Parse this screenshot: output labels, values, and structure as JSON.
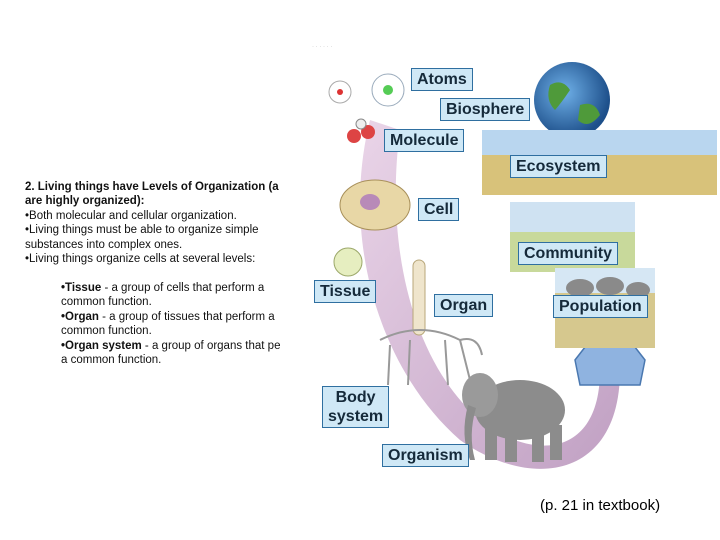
{
  "text": {
    "heading_line1": "2.  Living things have Levels of Organization (a",
    "heading_line2": "are highly organized):",
    "bullets": [
      "•Both molecular and cellular organization.",
      "•Living things must be able to organize simple",
      "substances into complex ones.",
      "•Living things organize cells at several levels:"
    ],
    "sub": {
      "tissue_term": "•Tissue",
      "tissue_def1": " - a group of cells that perform a",
      "tissue_def2": "common function.",
      "organ_term": "•Organ",
      "organ_def1": " -  a group of tissues that perform a",
      "organ_def2": "common function.",
      "system_term": "•Organ system",
      "system_def1": " - a group of organs that pe",
      "system_def2": "a common function."
    }
  },
  "figure_labels": {
    "atoms": "Atoms",
    "biosphere": "Biosphere",
    "molecule": "Molecule",
    "ecosystem": "Ecosystem",
    "cell": "Cell",
    "community": "Community",
    "tissue": "Tissue",
    "organ": "Organ",
    "population": "Population",
    "body_system_1": "Body",
    "body_system_2": "system",
    "organism": "Organism"
  },
  "caption": "(p. 21 in textbook)",
  "colors": {
    "label_fill": "#cfe8f6",
    "label_border": "#2f6fa0",
    "arrow": "#c9a0c8",
    "arrow_head": "#8fb3e0"
  }
}
